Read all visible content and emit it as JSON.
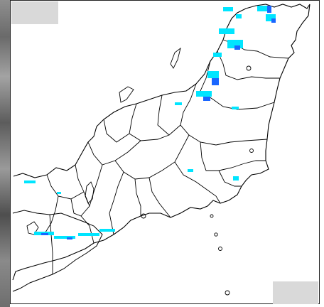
{
  "map": {
    "style": "radar-precipitation-overlay",
    "region": "central-japan",
    "colors": {
      "coastline": "#000000",
      "prefecture_border": "#000000",
      "precip_light": "#00e5ff",
      "precip_moderate": "#1a66ff",
      "background": "#ffffff",
      "blank_tile": "#d9d9d9"
    },
    "precipitation_areas": [
      {
        "intensity": "light"
      },
      {
        "intensity": "moderate"
      }
    ]
  }
}
